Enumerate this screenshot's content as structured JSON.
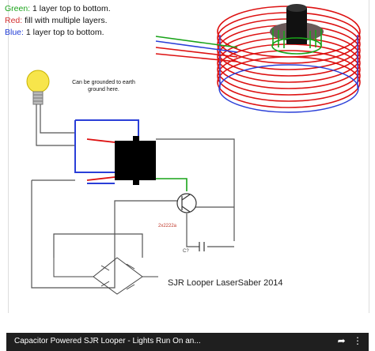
{
  "legend": {
    "green": {
      "label": "Green:",
      "text": " 1 layer top to bottom.",
      "color": "#1aa31a"
    },
    "red": {
      "label": "Red:",
      "text": " fill with multiple layers.",
      "color": "#d32f2f"
    },
    "blue": {
      "label": "Blue:",
      "text": " 1 layer top to bottom.",
      "color": "#1f3bd6"
    }
  },
  "ground_note": "Can be grounded to earth ground here.",
  "transistor_label": "2x2222a",
  "capacitor_label": "C?",
  "brand_caption": "SJR Looper LaserSaber 2014",
  "video": {
    "title": "Capacitor Powered SJR Looper - Lights Run On an...",
    "share_icon": "share-icon",
    "more_icon": "more-icon"
  }
}
